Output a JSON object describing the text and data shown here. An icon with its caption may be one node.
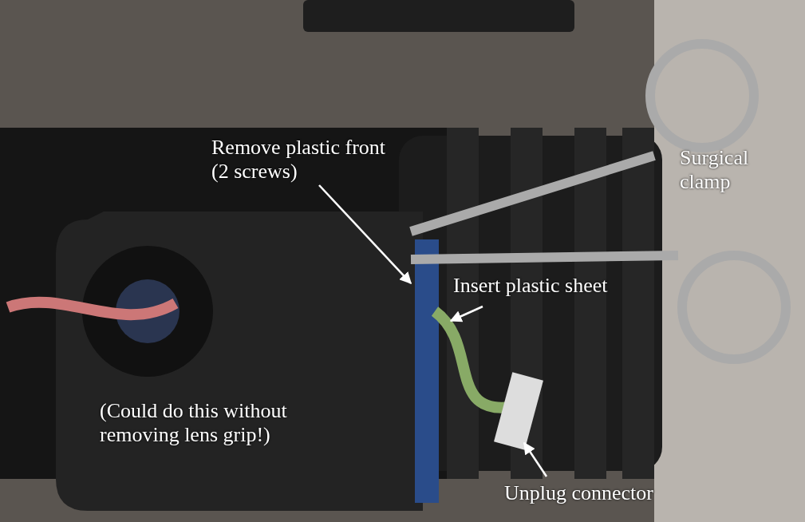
{
  "diagram": {
    "nodes": [
      {
        "text": [
          "Remove plastic front (2 screws)"
        ]
      },
      {
        "text": [
          "Surgical clamp"
        ]
      },
      {
        "text": [
          "Insert plastic sheet"
        ]
      },
      {
        "text": [
          "(Could do this without removing lens grip!)"
        ]
      },
      {
        "text": [
          "Unplug connector"
        ]
      }
    ],
    "edges": [
      {
        "from": 0,
        "to": null,
        "arrow": "to"
      },
      {
        "from": 2,
        "to": null,
        "arrow": "to"
      },
      {
        "from": 4,
        "to": null,
        "arrow": "to"
      }
    ]
  }
}
